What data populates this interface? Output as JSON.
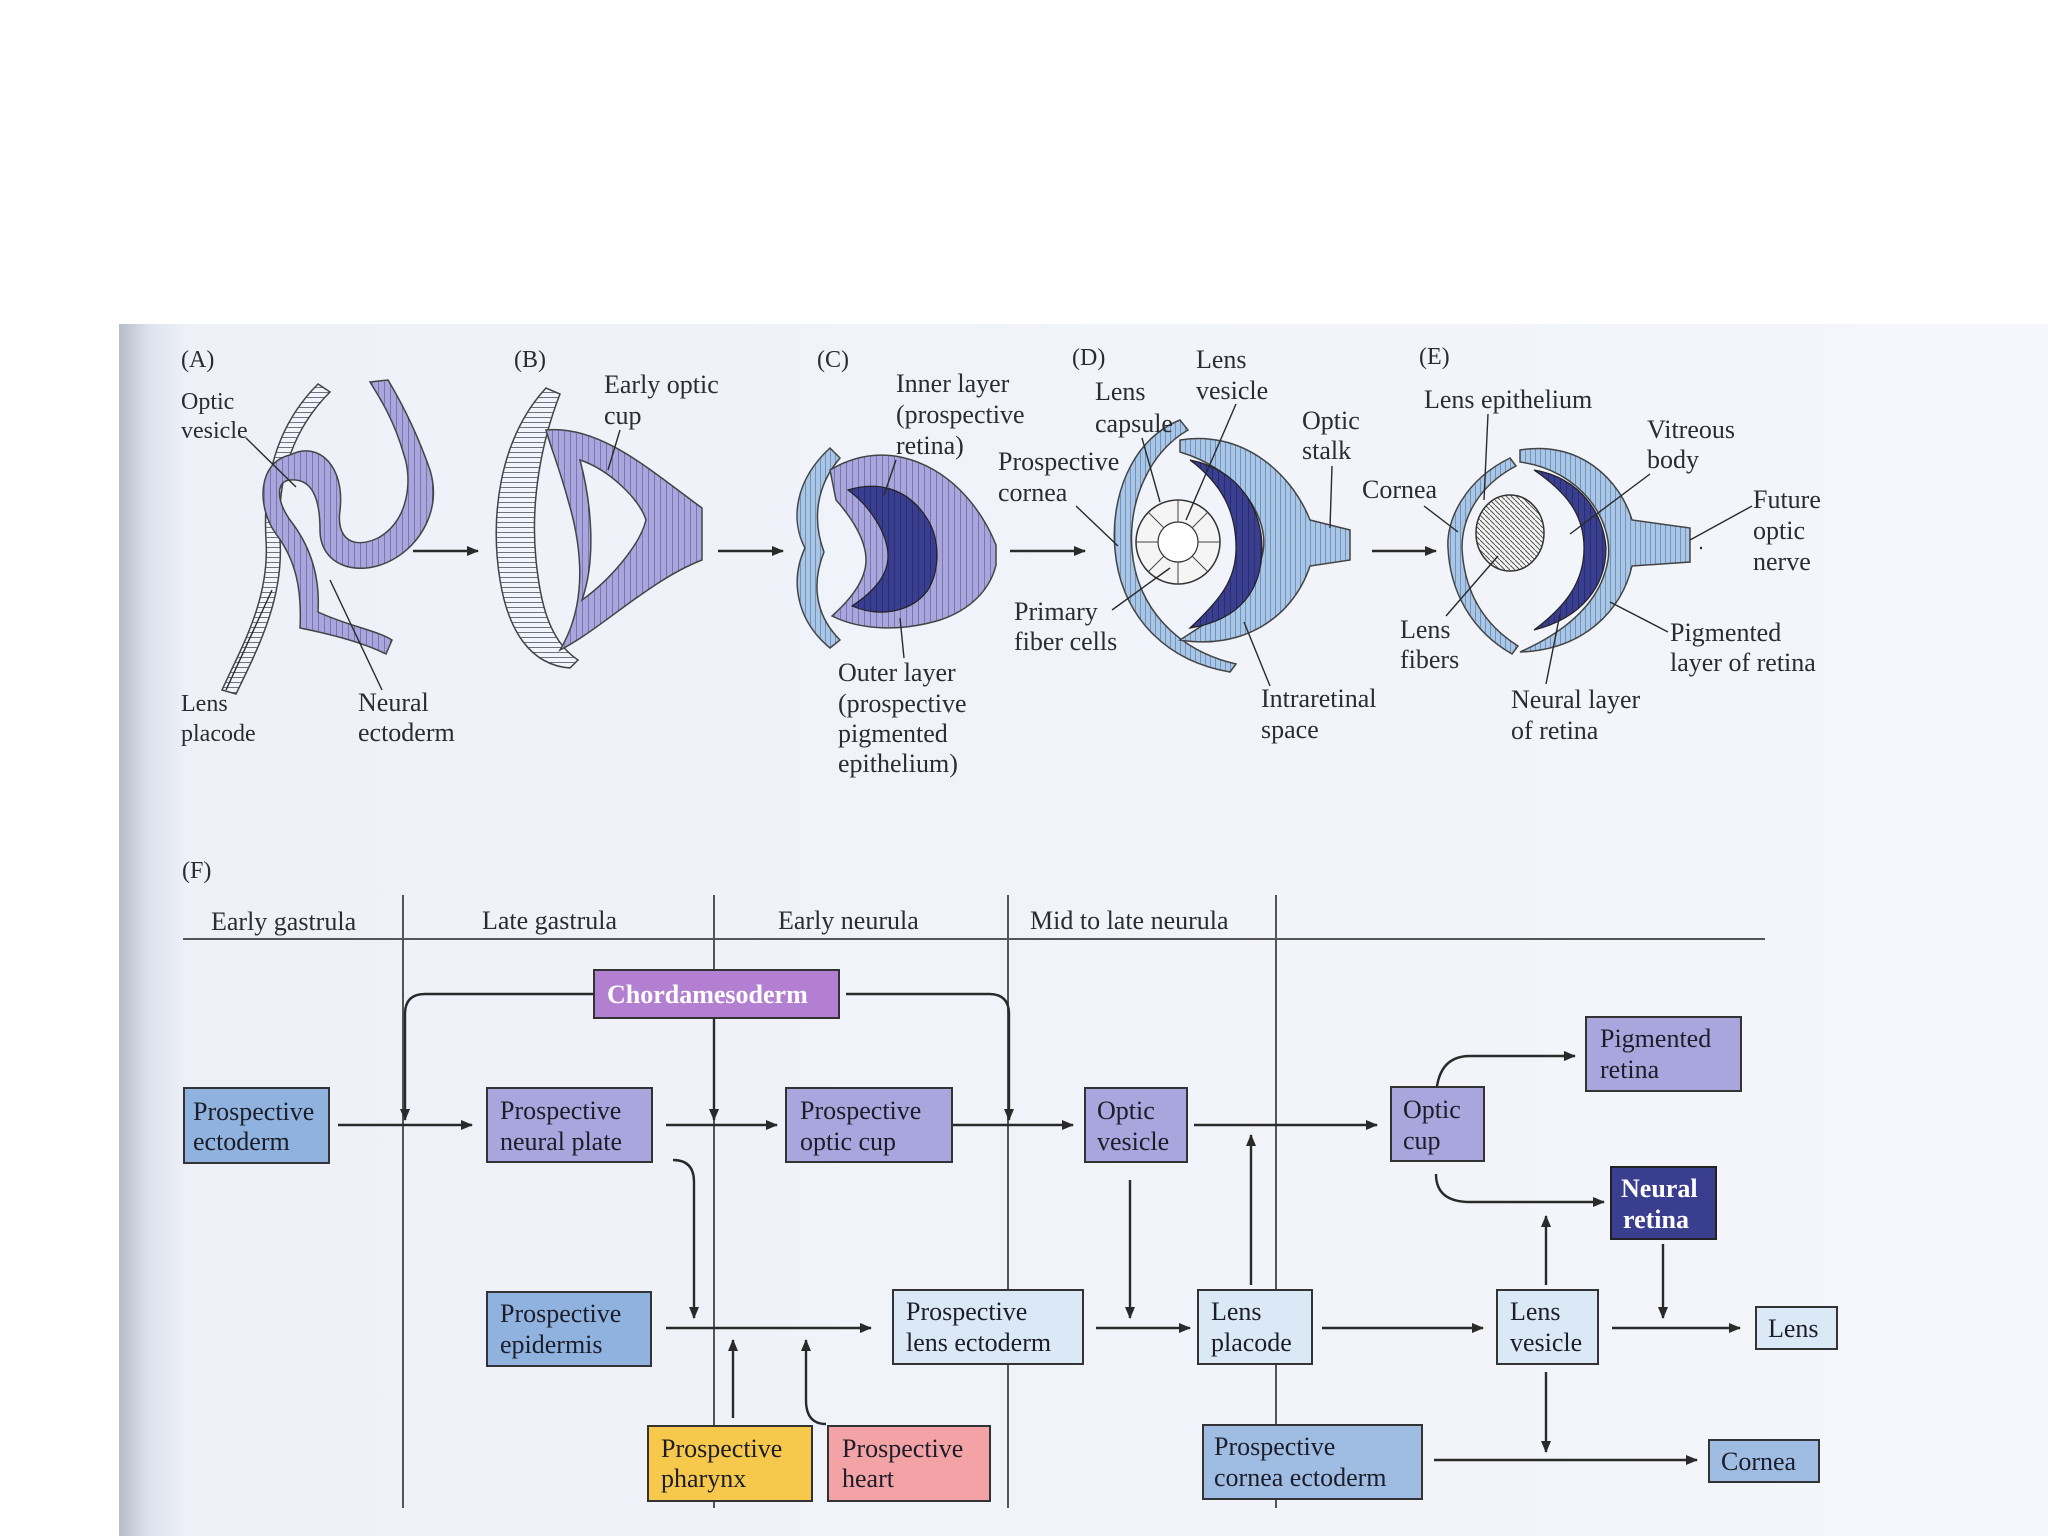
{
  "colors": {
    "light_purple": "#a9a6dd",
    "dark_blue": "#3a3e8f",
    "light_blue": "#8fb3de",
    "pale_blue": "#dbe9f7",
    "violet": "#b27fd1",
    "yellow": "#f6c94c",
    "pink": "#f3a3a6",
    "ectoderm_blue": "#9fbde3"
  },
  "panels": {
    "A": {
      "letter": "(A)",
      "optic_vesicle": [
        "Optic",
        "vesicle"
      ],
      "lens_placode": [
        "Lens",
        "placode"
      ],
      "neural_ectoderm": [
        "Neural",
        "ectoderm"
      ]
    },
    "B": {
      "letter": "(B)",
      "early_optic_cup": [
        "Early optic",
        "cup"
      ]
    },
    "C": {
      "letter": "(C)",
      "inner_layer": [
        "Inner layer",
        "(prospective",
        "retina)"
      ],
      "outer_layer": [
        "Outer layer",
        "(prospective",
        "pigmented",
        "epithelium)"
      ]
    },
    "D": {
      "letter": "(D)",
      "lens_capsule": [
        "Lens",
        "capsule"
      ],
      "lens_vesicle": [
        "Lens",
        "vesicle"
      ],
      "optic_stalk": [
        "Optic",
        "stalk"
      ],
      "prospective_cornea": [
        "Prospective",
        "cornea"
      ],
      "primary_fiber_cells": [
        "Primary",
        "fiber cells"
      ],
      "intraretinal_space": [
        "Intraretinal",
        "space"
      ]
    },
    "E": {
      "letter": "(E)",
      "lens_epithelium": "Lens epithelium",
      "cornea": "Cornea",
      "vitreous_body": [
        "Vitreous",
        "body"
      ],
      "future_optic_nerve": [
        "Future",
        "optic",
        "nerve"
      ],
      "lens_fibers": [
        "Lens",
        "fibers"
      ],
      "pigmented_layer": [
        "Pigmented",
        "layer of retina"
      ],
      "neural_layer": [
        "Neural layer",
        "of retina"
      ]
    }
  },
  "flowchart": {
    "letter": "(F)",
    "stages": [
      "Early gastrula",
      "Late gastrula",
      "Early neurula",
      "Mid to late neurula"
    ],
    "nodes": {
      "chordamesoderm": [
        "Chordamesoderm"
      ],
      "prospective_ectoderm": [
        "Prospective",
        "ectoderm"
      ],
      "prospective_neural_plate": [
        "Prospective",
        "neural plate"
      ],
      "prospective_optic_cup": [
        "Prospective",
        "optic cup"
      ],
      "optic_vesicle": [
        "Optic",
        "vesicle"
      ],
      "optic_cup": [
        "Optic",
        "cup"
      ],
      "pigmented_retina": [
        "Pigmented",
        "retina"
      ],
      "neural_retina": [
        "Neural",
        "retina"
      ],
      "prospective_epidermis": [
        "Prospective",
        "epidermis"
      ],
      "prospective_lens_ectoderm": [
        "Prospective",
        "lens ectoderm"
      ],
      "lens_placode": [
        "Lens",
        "placode"
      ],
      "lens_vesicle": [
        "Lens",
        "vesicle"
      ],
      "lens": [
        "Lens"
      ],
      "prospective_pharynx": [
        "Prospective",
        "pharynx"
      ],
      "prospective_heart": [
        "Prospective",
        "heart"
      ],
      "prospective_cornea_ectoderm": [
        "Prospective",
        "cornea ectoderm"
      ],
      "cornea": [
        "Cornea"
      ]
    }
  }
}
